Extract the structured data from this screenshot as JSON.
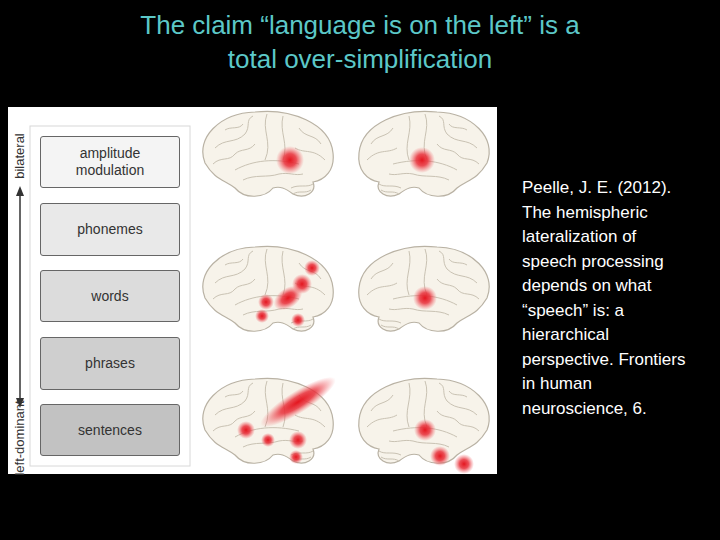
{
  "diagram": {
    "title": "The claim “language is on the left” is a total over-simplification",
    "caption": "Peelle, J. E. (2012). The hemispheric lateralization of speech processing depends on what “speech” is: a hierarchical perspective. Frontiers in human neuroscience, 6.",
    "nodes": [
      {
        "text": [
          "amplitude modulation"
        ]
      },
      {
        "text": [
          "phonemes"
        ]
      },
      {
        "text": [
          "words"
        ]
      },
      {
        "text": [
          "phrases"
        ]
      },
      {
        "text": [
          "sentences"
        ]
      }
    ],
    "labels": [
      "bilateral",
      "left-dominant"
    ]
  }
}
